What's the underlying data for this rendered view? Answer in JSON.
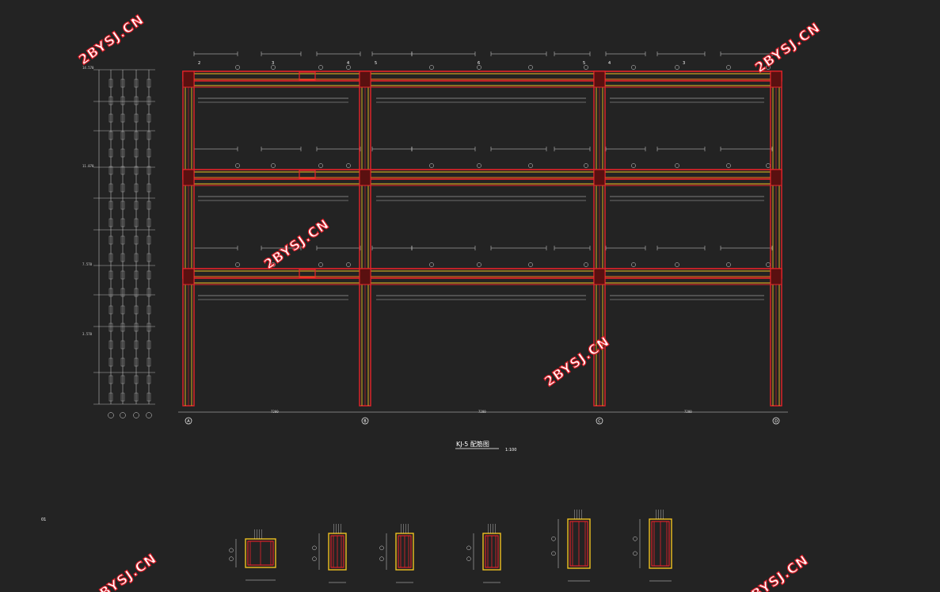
{
  "drawing": {
    "title": "KJ-5 配筋图",
    "scale": "1:100",
    "sheet_mark": "01"
  },
  "grid_axes": [
    "A",
    "B",
    "C",
    "D"
  ],
  "span_dims": [
    "7200",
    "7200",
    "7200"
  ],
  "bay_labels": {
    "end_bay": [
      "2",
      "3",
      "4"
    ],
    "mid_bay": [
      "5",
      "6",
      "5"
    ]
  },
  "elevations": [
    "14.570",
    "11.070",
    "7.570",
    "3.570"
  ],
  "watermarks": [
    "2BYSJ.CN",
    "2BYSJ.CN",
    "2BYSJ.CN",
    "2BYSJ.CN",
    "2BYSJ.CN",
    "2BYSJ.CN"
  ],
  "colors": {
    "background": "#232323",
    "frame_red": "#e8232a",
    "frame_yellow": "#f0c020",
    "frame_orange": "#ff7a1a",
    "dim_line": "#d8d8d8"
  }
}
